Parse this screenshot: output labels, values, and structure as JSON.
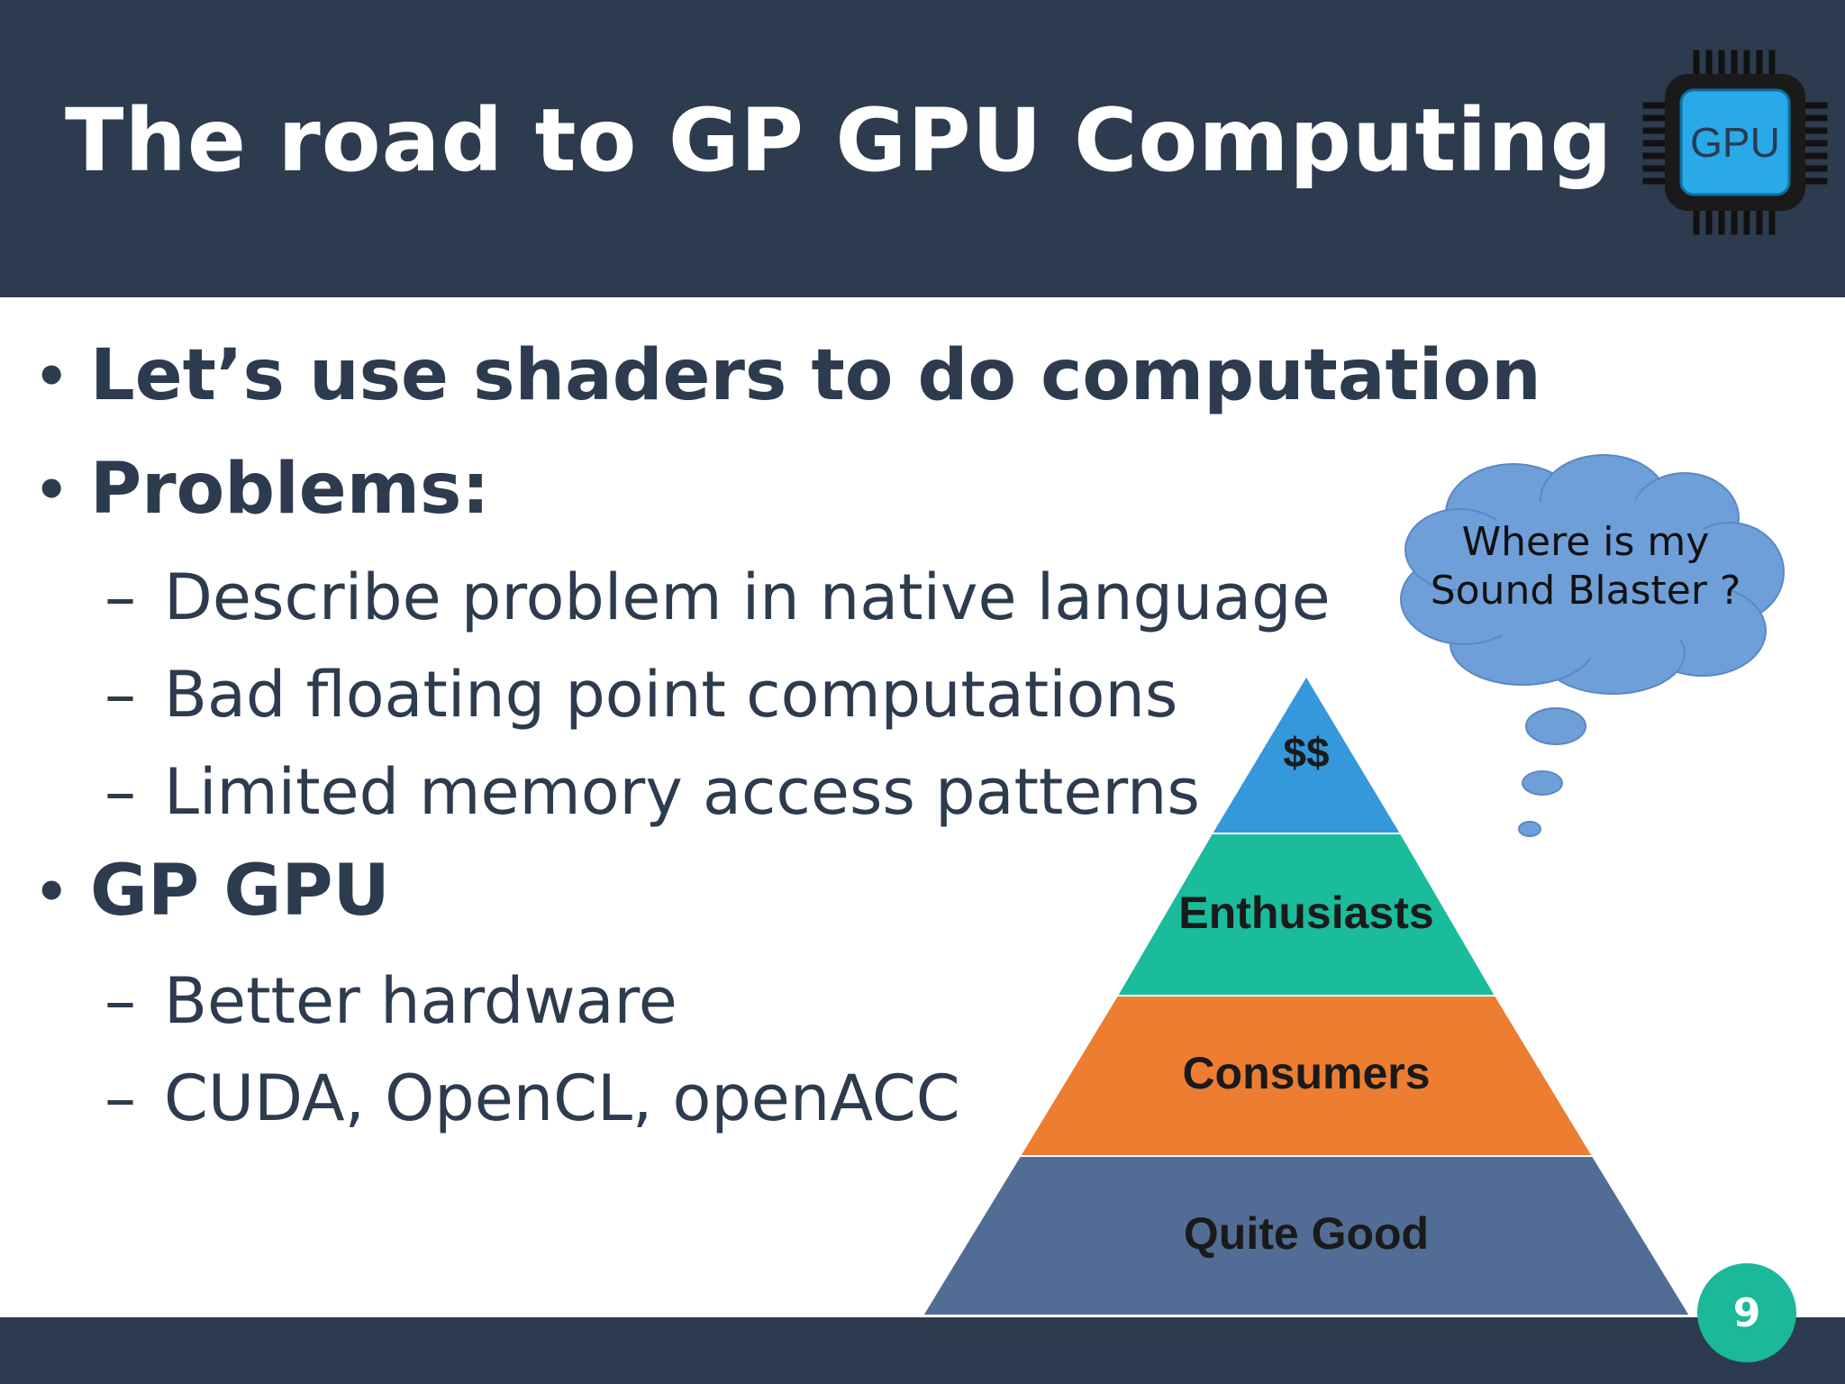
{
  "slide": {
    "title": "The road to GP GPU Computing",
    "page_number": "9",
    "logo_text": "GPU",
    "bullets": [
      {
        "text": "Let’s use shaders to do computation",
        "subitems": []
      },
      {
        "text": "Problems:",
        "subitems": [
          "Describe problem in native language",
          "Bad floating point computations",
          "Limited memory access patterns"
        ]
      },
      {
        "text": "GP GPU",
        "subitems": [
          "Better hardware",
          "CUDA, OpenCL, openACC"
        ]
      }
    ],
    "bullet_glyph": "•",
    "sub_glyph": "–"
  },
  "pyramid": {
    "levels": [
      {
        "label": "$$",
        "color": "#3498db"
      },
      {
        "label": "Enthusiasts",
        "color": "#1abc9c"
      },
      {
        "label": "Consumers",
        "color": "#ed7d31"
      },
      {
        "label": "Quite Good",
        "color": "#526d95"
      }
    ]
  },
  "thought_bubble": {
    "line1": "Where is my",
    "line2": "Sound Blaster ?",
    "color": "#6f9fd8"
  },
  "colors": {
    "header": "#2d3b4e",
    "text": "#2d3b4e",
    "badge": "#1bb89a",
    "chip_blue": "#29a9e8"
  }
}
